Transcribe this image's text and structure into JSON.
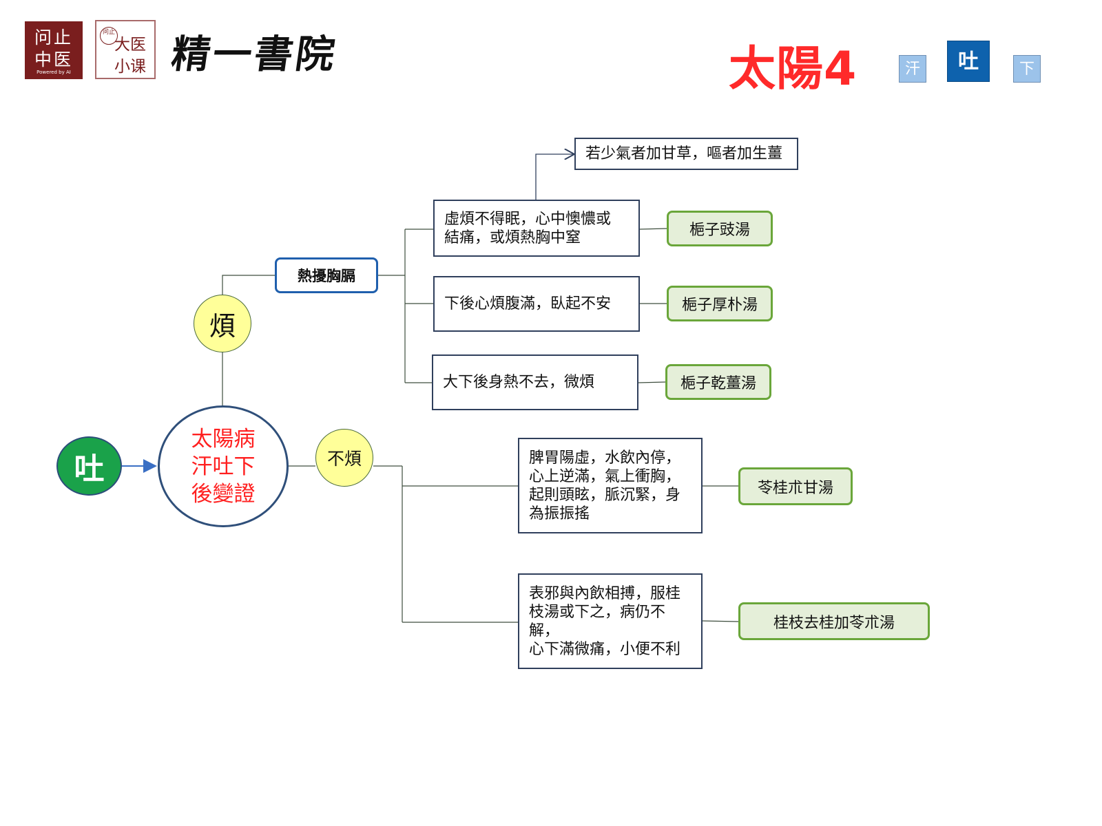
{
  "header": {
    "logo1": {
      "line1": "问止",
      "line2": "中医",
      "line3": "Powered by AI"
    },
    "logo2": {
      "stamp": "问止",
      "line1": "大医",
      "line2": "小课"
    },
    "brand": "精一書院",
    "title": "太陽4",
    "nav": {
      "han": "汗",
      "tu": "吐",
      "xia": "下"
    }
  },
  "diagram": {
    "start_node": "吐",
    "main_node": [
      "太陽病",
      "汗吐下",
      "後變證"
    ],
    "fan": "煩",
    "bufan": "不煩",
    "category": "熱擾胸膈",
    "note": "若少氣者加甘草，嘔者加生薑",
    "symptoms": [
      [
        "虛煩不得眠，心中懊憹或",
        "結痛，或煩熱胸中窒"
      ],
      [
        "下後心煩腹滿，臥起不安"
      ],
      [
        "大下後身熱不去，微煩"
      ],
      [
        "脾胃陽虛，水飲內停，",
        "心上逆滿，氣上衝胸，",
        "起則頭眩，脈沉緊，身",
        "為振振搖"
      ],
      [
        "表邪與內飲相搏，服桂",
        "枝湯或下之，病仍不解，",
        "心下滿微痛，小便不利"
      ]
    ],
    "formulas": [
      "梔子豉湯",
      "梔子厚朴湯",
      "梔子乾薑湯",
      "苓桂朮甘湯",
      "桂枝去桂加苓朮湯"
    ]
  },
  "colors": {
    "title_red": "#ff2a2a",
    "nav_active": "#0e62ad",
    "nav_inactive": "#9cc3ea",
    "formula_fill": "#e5efd9",
    "formula_border": "#6aa63a",
    "circle_yellow": "#ffff99",
    "start_green": "#1aa24a"
  }
}
